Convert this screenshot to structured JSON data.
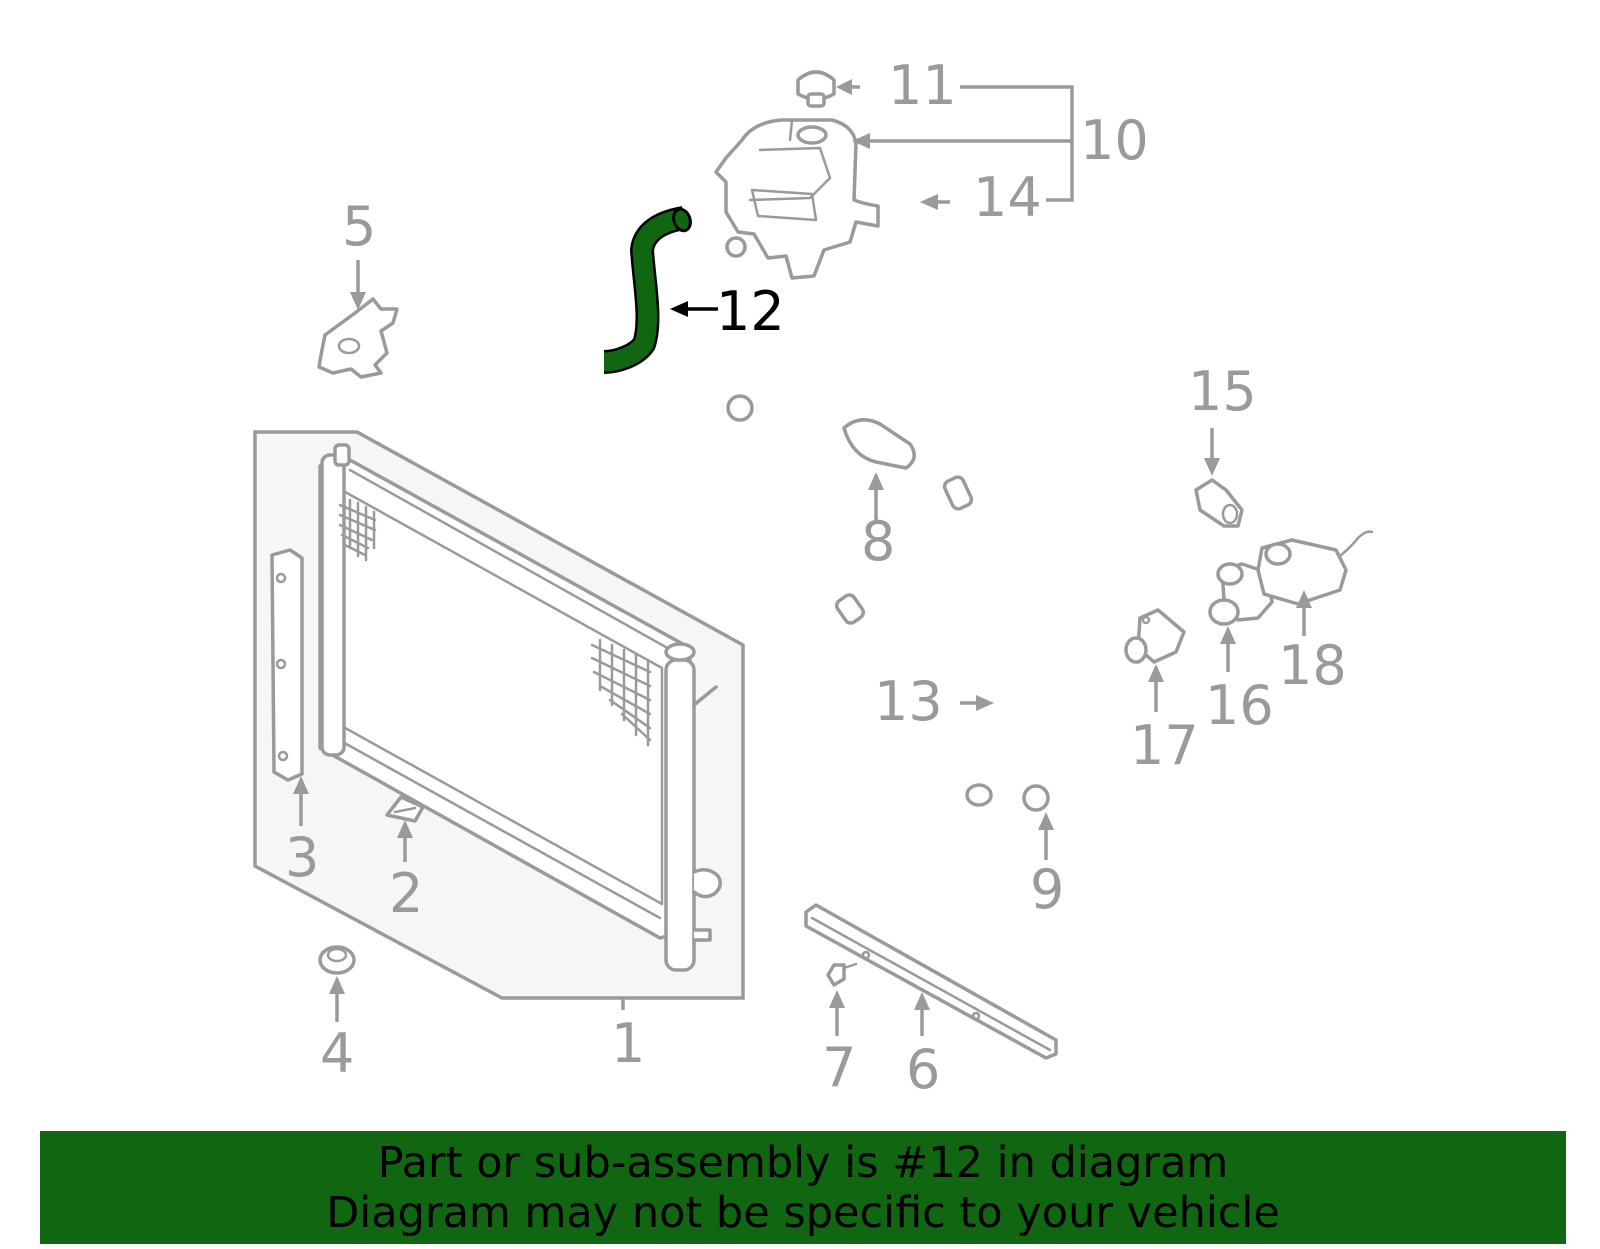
{
  "callouts": {
    "c1": "1",
    "c2": "2",
    "c3": "3",
    "c4": "4",
    "c5": "5",
    "c6": "6",
    "c7": "7",
    "c8": "8",
    "c9": "9",
    "c10": "10",
    "c11": "11",
    "c12": "12",
    "c13": "13",
    "c14": "14",
    "c15": "15",
    "c16": "16",
    "c17": "17",
    "c18": "18"
  },
  "highlight": {
    "part": "12",
    "color": "#116611"
  },
  "colors": {
    "line": "#9a9a9a",
    "panel": "#f6f6f6",
    "banner": "#116611",
    "highlight_text": "#000000"
  },
  "banner": {
    "line1": "Part or sub-assembly is #12 in diagram",
    "line2": "Diagram may not be specific to your vehicle"
  }
}
